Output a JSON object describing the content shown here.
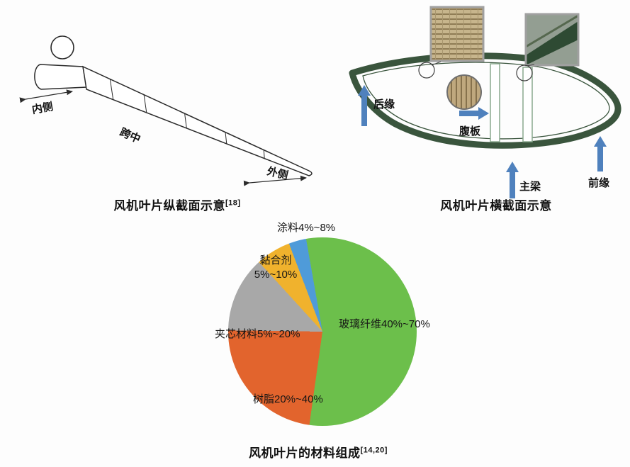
{
  "page": {
    "background": "#fdfdfd"
  },
  "figures": {
    "longitudinal": {
      "caption": "风机叶片纵截面示意",
      "caption_ref": "[18]",
      "labels": {
        "inner": "内侧",
        "midspan": "跨中",
        "outer": "外侧"
      }
    },
    "cross_section": {
      "caption": "风机叶片横截面示意",
      "labels": {
        "trailing_edge": "后缘",
        "web": "腹板",
        "main_spar": "主梁",
        "leading_edge": "前缘"
      },
      "colors": {
        "airfoil_skin": "#3a553d",
        "arrow": "#4f81bd"
      }
    }
  },
  "chart_data": {
    "type": "pie",
    "title": "风机叶片的材料组成",
    "title_ref": "[14,20]",
    "direction": "clockwise",
    "start_angle_deg": -10,
    "legend_position": "labels-on-slices",
    "slices": [
      {
        "name": "玻璃纤维",
        "range": "40%~70%",
        "display": "玻璃纤维40%~70%",
        "value": 55,
        "color": "#6cbf4b"
      },
      {
        "name": "树脂",
        "range": "20%~40%",
        "display": "树脂20%~40%",
        "value": 23,
        "color": "#e2642d"
      },
      {
        "name": "夹芯材料",
        "range": "5%~20%",
        "display": "夹芯材料5%~20%",
        "value": 13,
        "color": "#a8a8a8"
      },
      {
        "name": "黏合剂",
        "range": "5%~10%",
        "display": "黏合剂\n5%~10%",
        "value": 6,
        "color": "#f0b22d"
      },
      {
        "name": "涂料",
        "range": "4%~8%",
        "display": "涂料4%~8%",
        "value": 3,
        "color": "#4f9bd9"
      }
    ]
  }
}
